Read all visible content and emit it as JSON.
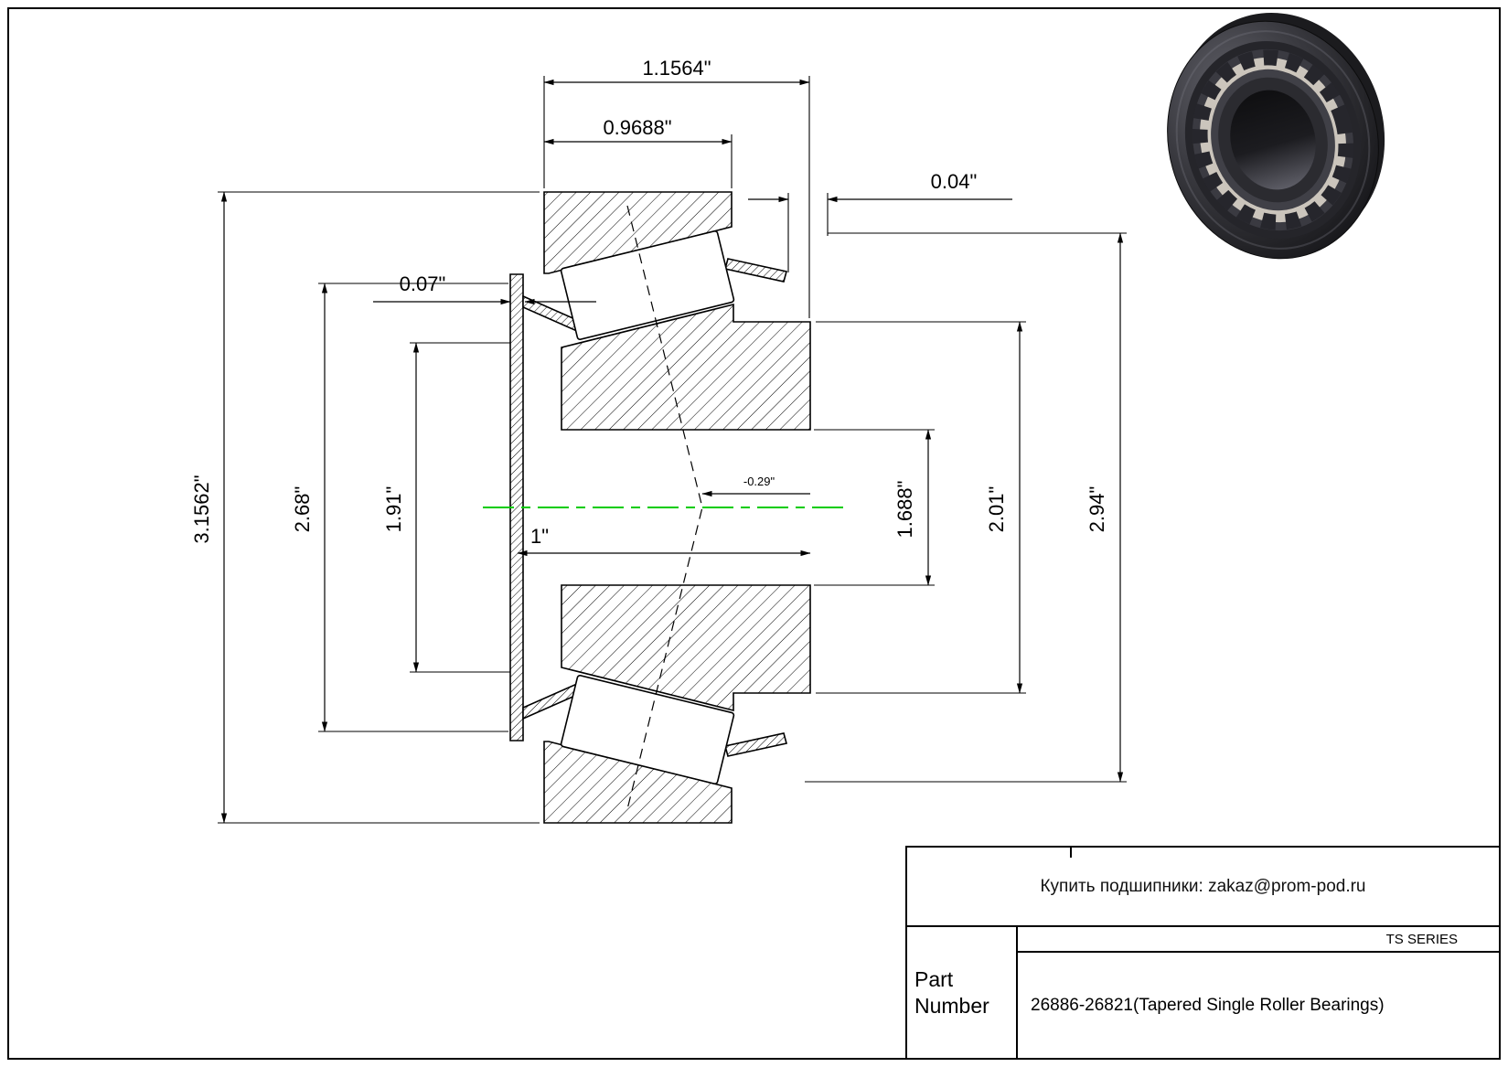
{
  "page": {
    "background": "#ffffff",
    "line_color": "#000000",
    "centerline_color": "#00cc00"
  },
  "drawing": {
    "type": "tapered-roller-bearing-cross-section",
    "dimensions": {
      "overall_width": "1.1564\"",
      "cup_width": "0.9688\"",
      "stand_out": "0.04\"",
      "cage_clearance": "0.07\"",
      "cup_od": "3.1562\"",
      "cage_od": "2.68\"",
      "rib_od": "1.91\"",
      "cone_width": "1\"",
      "effective_center": "-0.29\"",
      "bore": "1.688\"",
      "cone_rib_diameter": "2.01\"",
      "outer_diameter_2": "2.94\""
    }
  },
  "title_block": {
    "distributor_line": "Купить подшипники: zakaz@prom-pod.ru",
    "series": "TS SERIES",
    "part_label": "Part Number",
    "part_number": "26886-26821(Tapered Single Roller Bearings)"
  }
}
